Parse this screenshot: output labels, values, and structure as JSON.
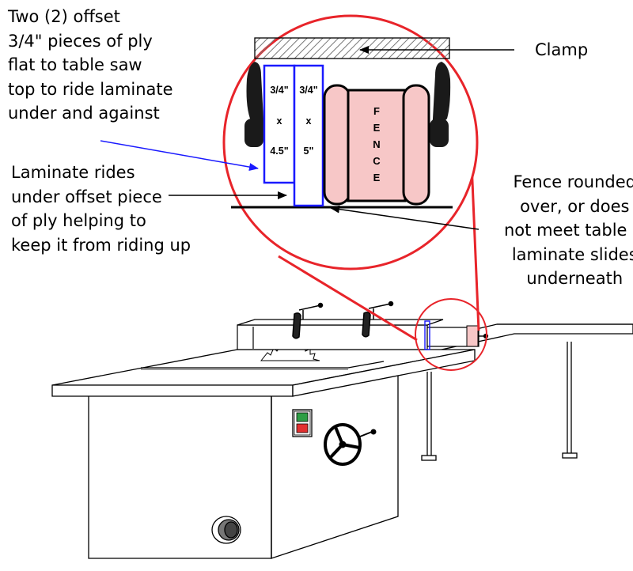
{
  "annotations": {
    "ply_pieces": "Two (2) offset\n3/4\" pieces of ply\nflat to table saw\ntop to ride laminate\nunder and against",
    "laminate_rides": "Laminate rides\nunder offset piece\nof ply helping to\nkeep it from riding up",
    "clamp": "Clamp",
    "fence_rounded": "Fence rounded\nover, or does\nnot meet table &\nlaminate slides\nunderneath"
  },
  "ply_pieces": [
    {
      "thickness": "3/4\"",
      "by": "x",
      "width": "4.5\""
    },
    {
      "thickness": "3/4\"",
      "by": "x",
      "width": "5\""
    }
  ],
  "fence_letters": [
    "F",
    "E",
    "N",
    "C",
    "E"
  ],
  "colors": {
    "zoom_circle": "#e8242a",
    "ply_outline": "#1a1aff",
    "fence_fill": "#f7c7c7",
    "fence_outline": "#000000",
    "switch_green": "#2e9e45",
    "switch_red": "#e23030",
    "leader_arrow_blue": "#1a1aff"
  },
  "icons": [
    "handwheel-icon",
    "start-stop-switch-icon",
    "dust-port-icon",
    "saw-blade-icon",
    "clamp-icon"
  ]
}
